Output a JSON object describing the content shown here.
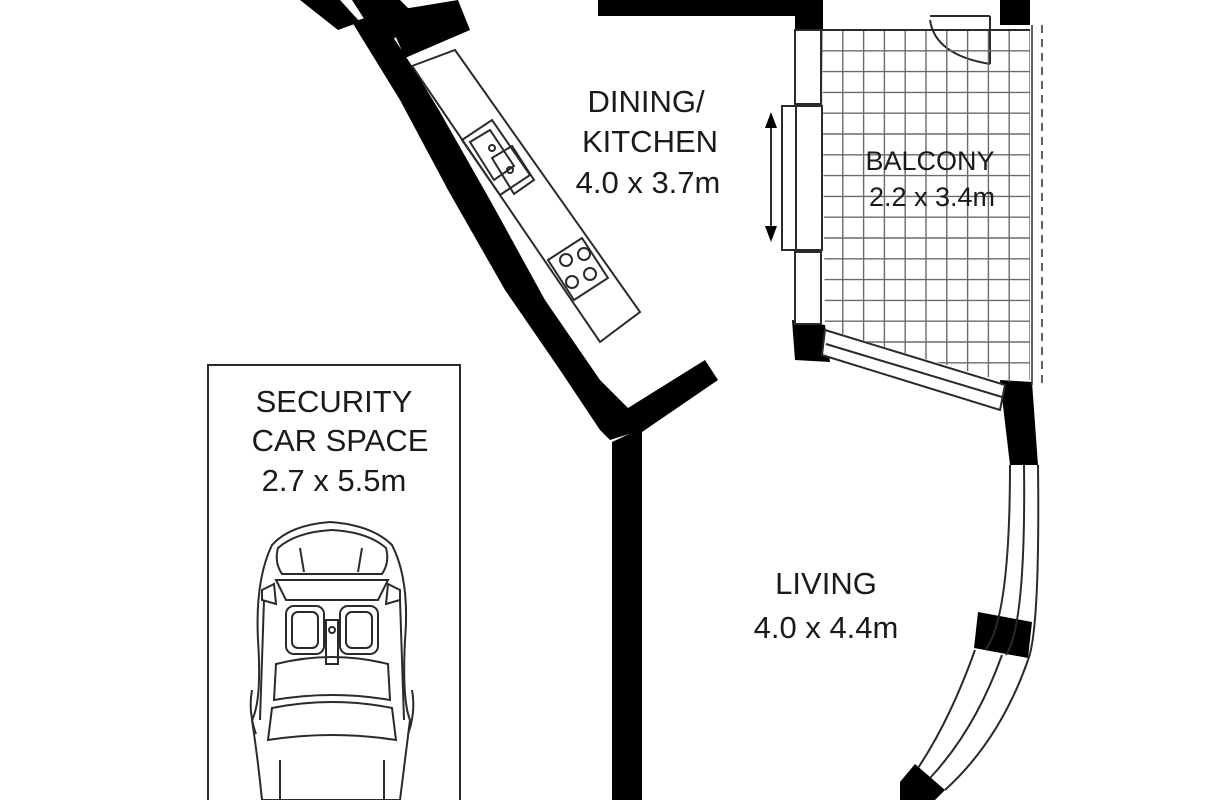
{
  "rooms": {
    "dining_kitchen": {
      "name_line1": "DINING/",
      "name_line2": "KITCHEN",
      "size": "4.0 x 3.7m"
    },
    "balcony": {
      "name": "BALCONY",
      "size": "2.2 x 3.4m"
    },
    "living": {
      "name": "LIVING",
      "size": "4.0 x 4.4m"
    },
    "car_space": {
      "name_line1": "SECURITY",
      "name_line2": "CAR SPACE",
      "size": "2.7 x 5.5m"
    }
  },
  "colors": {
    "wall": "#000000",
    "line": "#2a2a2a",
    "tile": "#6a6a6a",
    "background": "#ffffff",
    "text": "#1a1a1a"
  },
  "icons": [
    "car-icon",
    "sink-icon",
    "cooktop-icon",
    "sliding-door-arrow-icon",
    "door-swing-icon"
  ]
}
